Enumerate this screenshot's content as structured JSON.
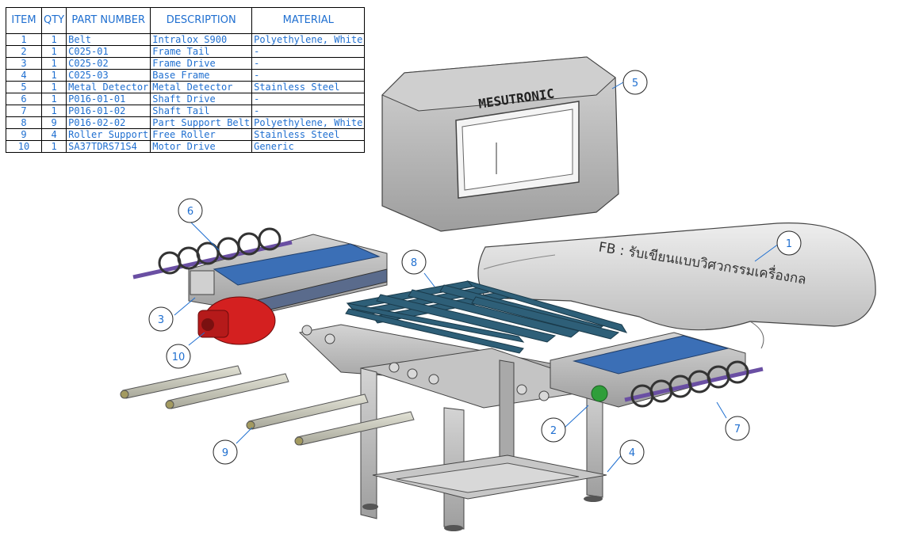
{
  "bom": {
    "headers": [
      "ITEM",
      "QTY",
      "PART NUMBER",
      "DESCRIPTION",
      "MATERIAL"
    ],
    "rows": [
      [
        "1",
        "1",
        "Belt",
        "Intralox S900",
        "Polyethylene, White"
      ],
      [
        "2",
        "1",
        "C025-01",
        "Frame Tail",
        "-"
      ],
      [
        "3",
        "1",
        "C025-02",
        "Frame Drive",
        "-"
      ],
      [
        "4",
        "1",
        "C025-03",
        "Base Frame",
        "-"
      ],
      [
        "5",
        "1",
        "Metal Detector",
        "Metal Detector",
        "Stainless Steel"
      ],
      [
        "6",
        "1",
        "P016-01-01",
        "Shaft Drive",
        "-"
      ],
      [
        "7",
        "1",
        "P016-01-02",
        "Shaft Tail",
        "-"
      ],
      [
        "8",
        "9",
        "P016-02-02",
        "Part Support Belt",
        "Polyethylene, White"
      ],
      [
        "9",
        "4",
        "Roller Support",
        "Free Roller",
        "Stainless Steel"
      ],
      [
        "10",
        "1",
        "SA37TDRS71S4",
        "Motor Drive",
        "Generic"
      ]
    ]
  },
  "detector_brand": "MESUTRONIC",
  "belt_text": "FB : รับเขียนแบบวิศวกรรมเครื่องกล",
  "balloons": [
    "1",
    "2",
    "3",
    "4",
    "5",
    "6",
    "7",
    "8",
    "9",
    "10"
  ],
  "colors": {
    "table_text": "#1f6fd0",
    "balloon": "#1f6fd0",
    "frame": "#b9b9b9",
    "belt_blue": "#3b6fb6",
    "support_teal": "#2e5f78",
    "motor_red": "#d42020",
    "sprocket_green": "#2f9e3a",
    "shaft_purple": "#6a4fa3"
  }
}
